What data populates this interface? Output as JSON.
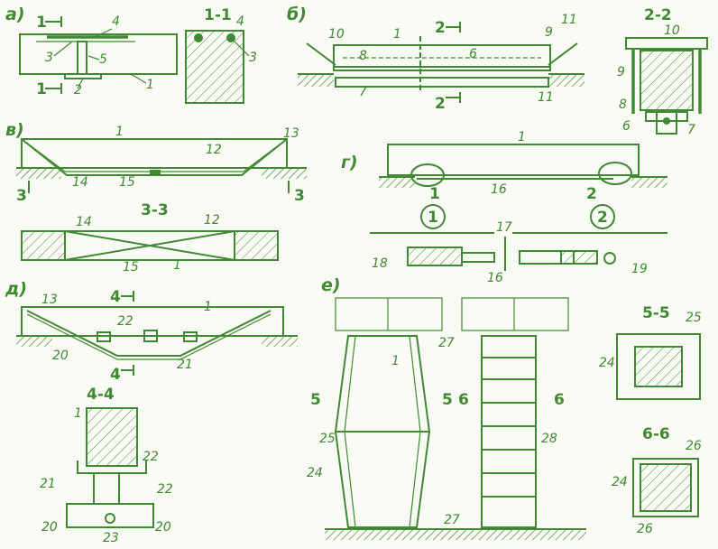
{
  "colors": {
    "line": "#3f8a32",
    "background": "#fbfbf6"
  },
  "panels": {
    "a": {
      "caption": "а)",
      "section_label": "1-1",
      "cut": "1",
      "labels": [
        "4",
        "3",
        "5",
        "1",
        "2"
      ],
      "sec_labels": [
        "4",
        "3"
      ]
    },
    "b": {
      "caption": "б)",
      "section_label": "2-2",
      "cut": "2",
      "labels": [
        "10",
        "1",
        "9",
        "11",
        "8",
        "6",
        "7",
        "11"
      ],
      "sec_labels": [
        "10",
        "9",
        "8",
        "6",
        "7"
      ]
    },
    "v": {
      "caption": "в)",
      "cut": "3",
      "section_label": "3-3",
      "labels": [
        "1",
        "13",
        "12",
        "14",
        "15"
      ],
      "plan_labels": [
        "14",
        "12",
        "15",
        "1"
      ]
    },
    "g": {
      "caption": "г)",
      "labels": [
        "1",
        "1",
        "16",
        "2"
      ],
      "detail_marks": [
        "1",
        "2"
      ],
      "detail_labels": [
        "17",
        "18",
        "16",
        "19"
      ]
    },
    "d": {
      "caption": "д)",
      "cut": "4",
      "section_label": "4-4",
      "labels": [
        "13",
        "1",
        "22",
        "20",
        "21"
      ],
      "sec_labels": [
        "1",
        "22",
        "21",
        "22",
        "20",
        "20",
        "23"
      ]
    },
    "e": {
      "caption": "е)",
      "labels": [
        "27",
        "1",
        "25",
        "24",
        "28",
        "27"
      ],
      "cuts": [
        "5",
        "6"
      ]
    },
    "s55": {
      "section_label": "5-5",
      "labels": [
        "25",
        "24"
      ]
    },
    "s66": {
      "section_label": "6-6",
      "labels": [
        "26",
        "24",
        "26"
      ]
    }
  }
}
